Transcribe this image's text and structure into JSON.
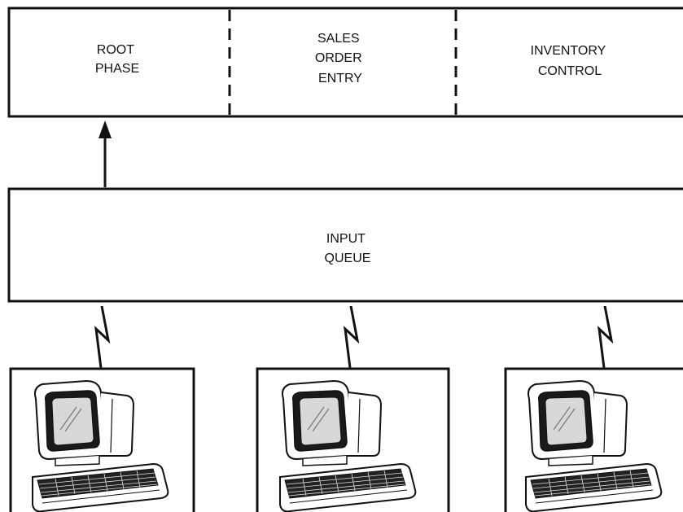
{
  "program_memory": {
    "segments": [
      {
        "id": "root",
        "lines": [
          "ROOT",
          "PHASE"
        ]
      },
      {
        "id": "sales",
        "lines": [
          "SALES",
          "ORDER",
          "ENTRY"
        ]
      },
      {
        "id": "inventory",
        "lines": [
          "INVENTORY",
          "CONTROL"
        ]
      }
    ]
  },
  "input_queue": {
    "lines": [
      "INPUT",
      "QUEUE"
    ]
  },
  "terminals": [
    {
      "id": "terminal-1",
      "icon": "computer-terminal-icon"
    },
    {
      "id": "terminal-2",
      "icon": "computer-terminal-icon"
    },
    {
      "id": "terminal-3",
      "icon": "computer-terminal-icon"
    }
  ],
  "connections": {
    "queue_to_memory": "arrow-up-icon",
    "terminal_links": "lightning-bolt-icon"
  }
}
